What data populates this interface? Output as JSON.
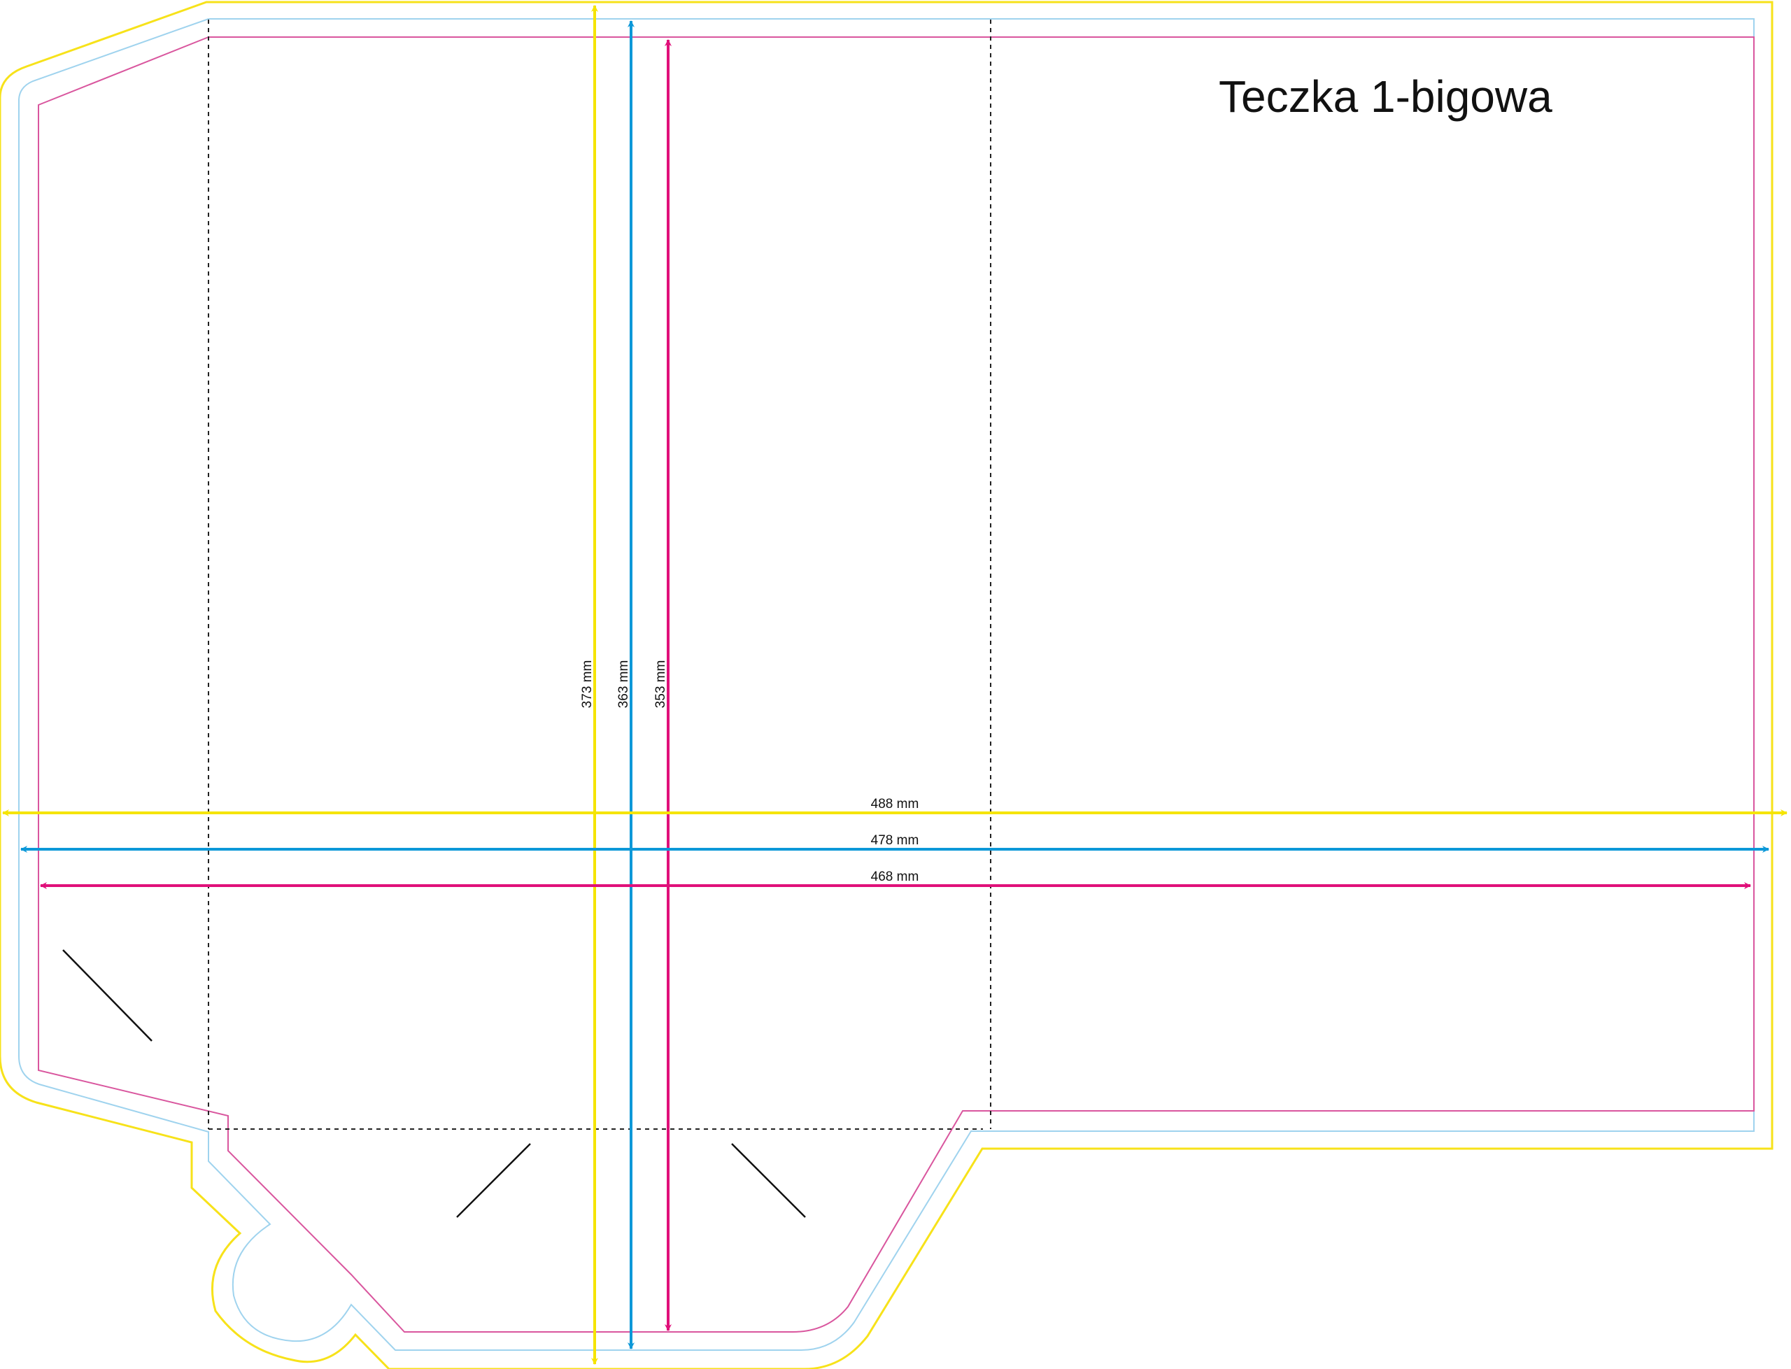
{
  "title": "Teczka 1-bigowa",
  "colors": {
    "bleed": "#f7e21a",
    "cut": "#9fd3ee",
    "safe": "#d9569e",
    "fold": "#222222",
    "slit": "#111111",
    "arrow_yellow": "#f5e400",
    "arrow_blue": "#0d98d8",
    "arrow_magenta": "#e0107a"
  },
  "dimensions": {
    "height_outer": "373 mm",
    "height_mid": "363 mm",
    "height_inner": "353 mm",
    "width_outer": "488 mm",
    "width_mid": "478 mm",
    "width_inner": "468 mm"
  },
  "icons": {
    "arrow": "arrowhead-icon"
  }
}
